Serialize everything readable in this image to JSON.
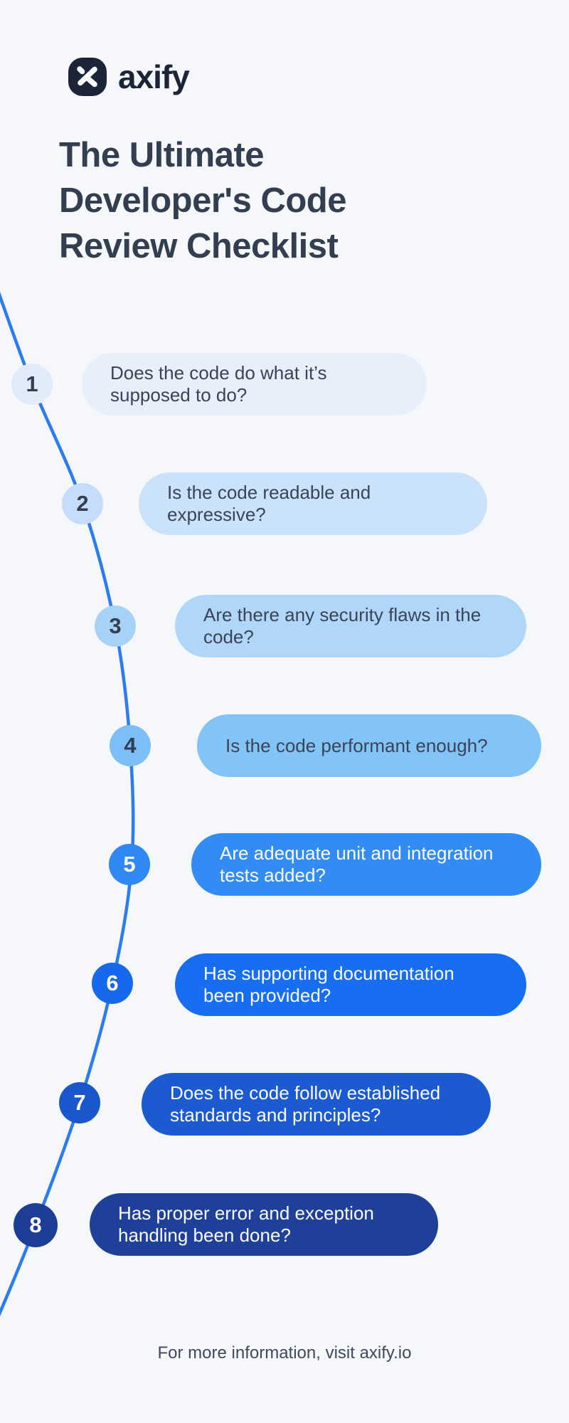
{
  "logo": {
    "brand": "axify"
  },
  "header": {
    "title_lines": [
      "The Ultimate",
      "Developer's Code",
      "Review Checklist"
    ]
  },
  "checklist": {
    "items": [
      {
        "number": "1",
        "text": "Does the code do what it’s supposed to do?",
        "bubble_color": "#e7effb",
        "circle_color": "#e1ebf9",
        "text_color": "#3a4456",
        "number_color": "#333e50"
      },
      {
        "number": "2",
        "text": "Is the code readable and expressive?",
        "bubble_color": "#cbe2fb",
        "circle_color": "#c5ddfa",
        "text_color": "#3a4456",
        "number_color": "#333e50"
      },
      {
        "number": "3",
        "text": "Are there any security flaws in the code?",
        "bubble_color": "#b0d7fa",
        "circle_color": "#a7d2f8",
        "text_color": "#3a4456",
        "number_color": "#333e50"
      },
      {
        "number": "4",
        "text": "Is the code performant enough?",
        "bubble_color": "#82c3f8",
        "circle_color": "#7cbef7",
        "text_color": "#3a4456",
        "number_color": "#333e50"
      },
      {
        "number": "5",
        "text": "Are adequate unit and integration tests added?",
        "bubble_color": "#338bf4",
        "circle_color": "#2f88f3",
        "text_color": "#ffffff",
        "number_color": "#ffffff"
      },
      {
        "number": "6",
        "text": "Has supporting documentation been provided?",
        "bubble_color": "#186ef0",
        "circle_color": "#1669ec",
        "text_color": "#ffffff",
        "number_color": "#ffffff"
      },
      {
        "number": "7",
        "text": "Does the code follow established standards and principles?",
        "bubble_color": "#1b5ad0",
        "circle_color": "#1a57cc",
        "text_color": "#ffffff",
        "number_color": "#ffffff"
      },
      {
        "number": "8",
        "text": "Has proper error and exception handling been done?",
        "bubble_color": "#1e4099",
        "circle_color": "#1d3e96",
        "text_color": "#ffffff",
        "number_color": "#ffffff"
      }
    ]
  },
  "footer": {
    "note": "For more information, visit axify.io"
  },
  "colors": {
    "background": "#f5f7fa",
    "curve_line": "#2b7cf0",
    "title_text": "#333e50",
    "brand_navy": "#1b2537"
  }
}
